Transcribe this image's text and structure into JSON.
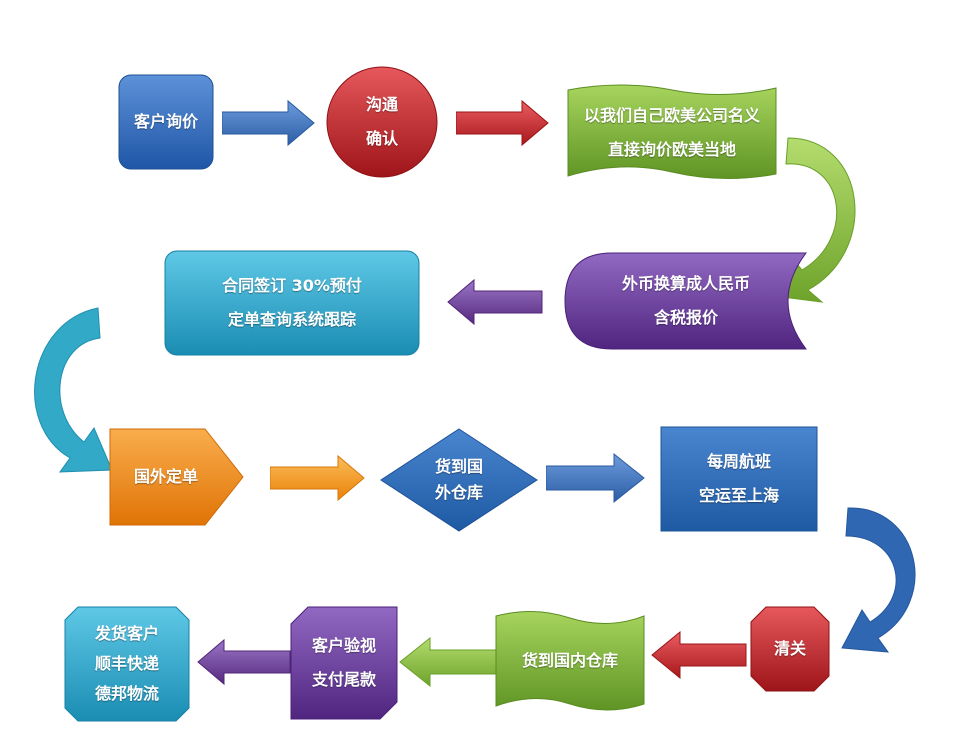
{
  "nodes": {
    "inquiry": {
      "label": "客户询价"
    },
    "confirm": {
      "line1": "沟通",
      "line2": "确认"
    },
    "eu_inquiry": {
      "line1": "以我们自己欧美公司名义",
      "line2": "直接询价欧美当地"
    },
    "rmb_quote": {
      "line1": "外币换算成人民币",
      "line2": "含税报价"
    },
    "contract": {
      "line1": "合同签订  30%预付",
      "line2": "定单查询系统跟踪"
    },
    "foreign_order": {
      "label": "国外定单"
    },
    "foreign_warehouse": {
      "line1": "货到国",
      "line2": "外仓库"
    },
    "flight": {
      "line1": "每周航班",
      "line2": "空运至上海"
    },
    "customs": {
      "label": "清关"
    },
    "domestic_warehouse": {
      "label": "货到国内仓库"
    },
    "acceptance": {
      "line1": "客户验视",
      "line2": "支付尾款"
    },
    "delivery": {
      "line1": "发货客户",
      "line2": "顺丰快递",
      "line3": "德邦物流"
    }
  },
  "colors": {
    "blue": "#2f6fc0",
    "red": "#c0262c",
    "green": "#7fb53a",
    "purple": "#6a3c9a",
    "cyan": "#2ba8cc",
    "orange": "#f08a1e",
    "steel_blue": "#2a6cb8",
    "navy_arrow": "#3b6fb5",
    "red_arrow": "#c5282d",
    "green_arrow": "#8dc13b",
    "purple_arrow": "#6b3f9e",
    "orange_arrow": "#f39a1a",
    "cyan_curve": "#33a9c8",
    "blue_curve": "#2f67b2"
  }
}
